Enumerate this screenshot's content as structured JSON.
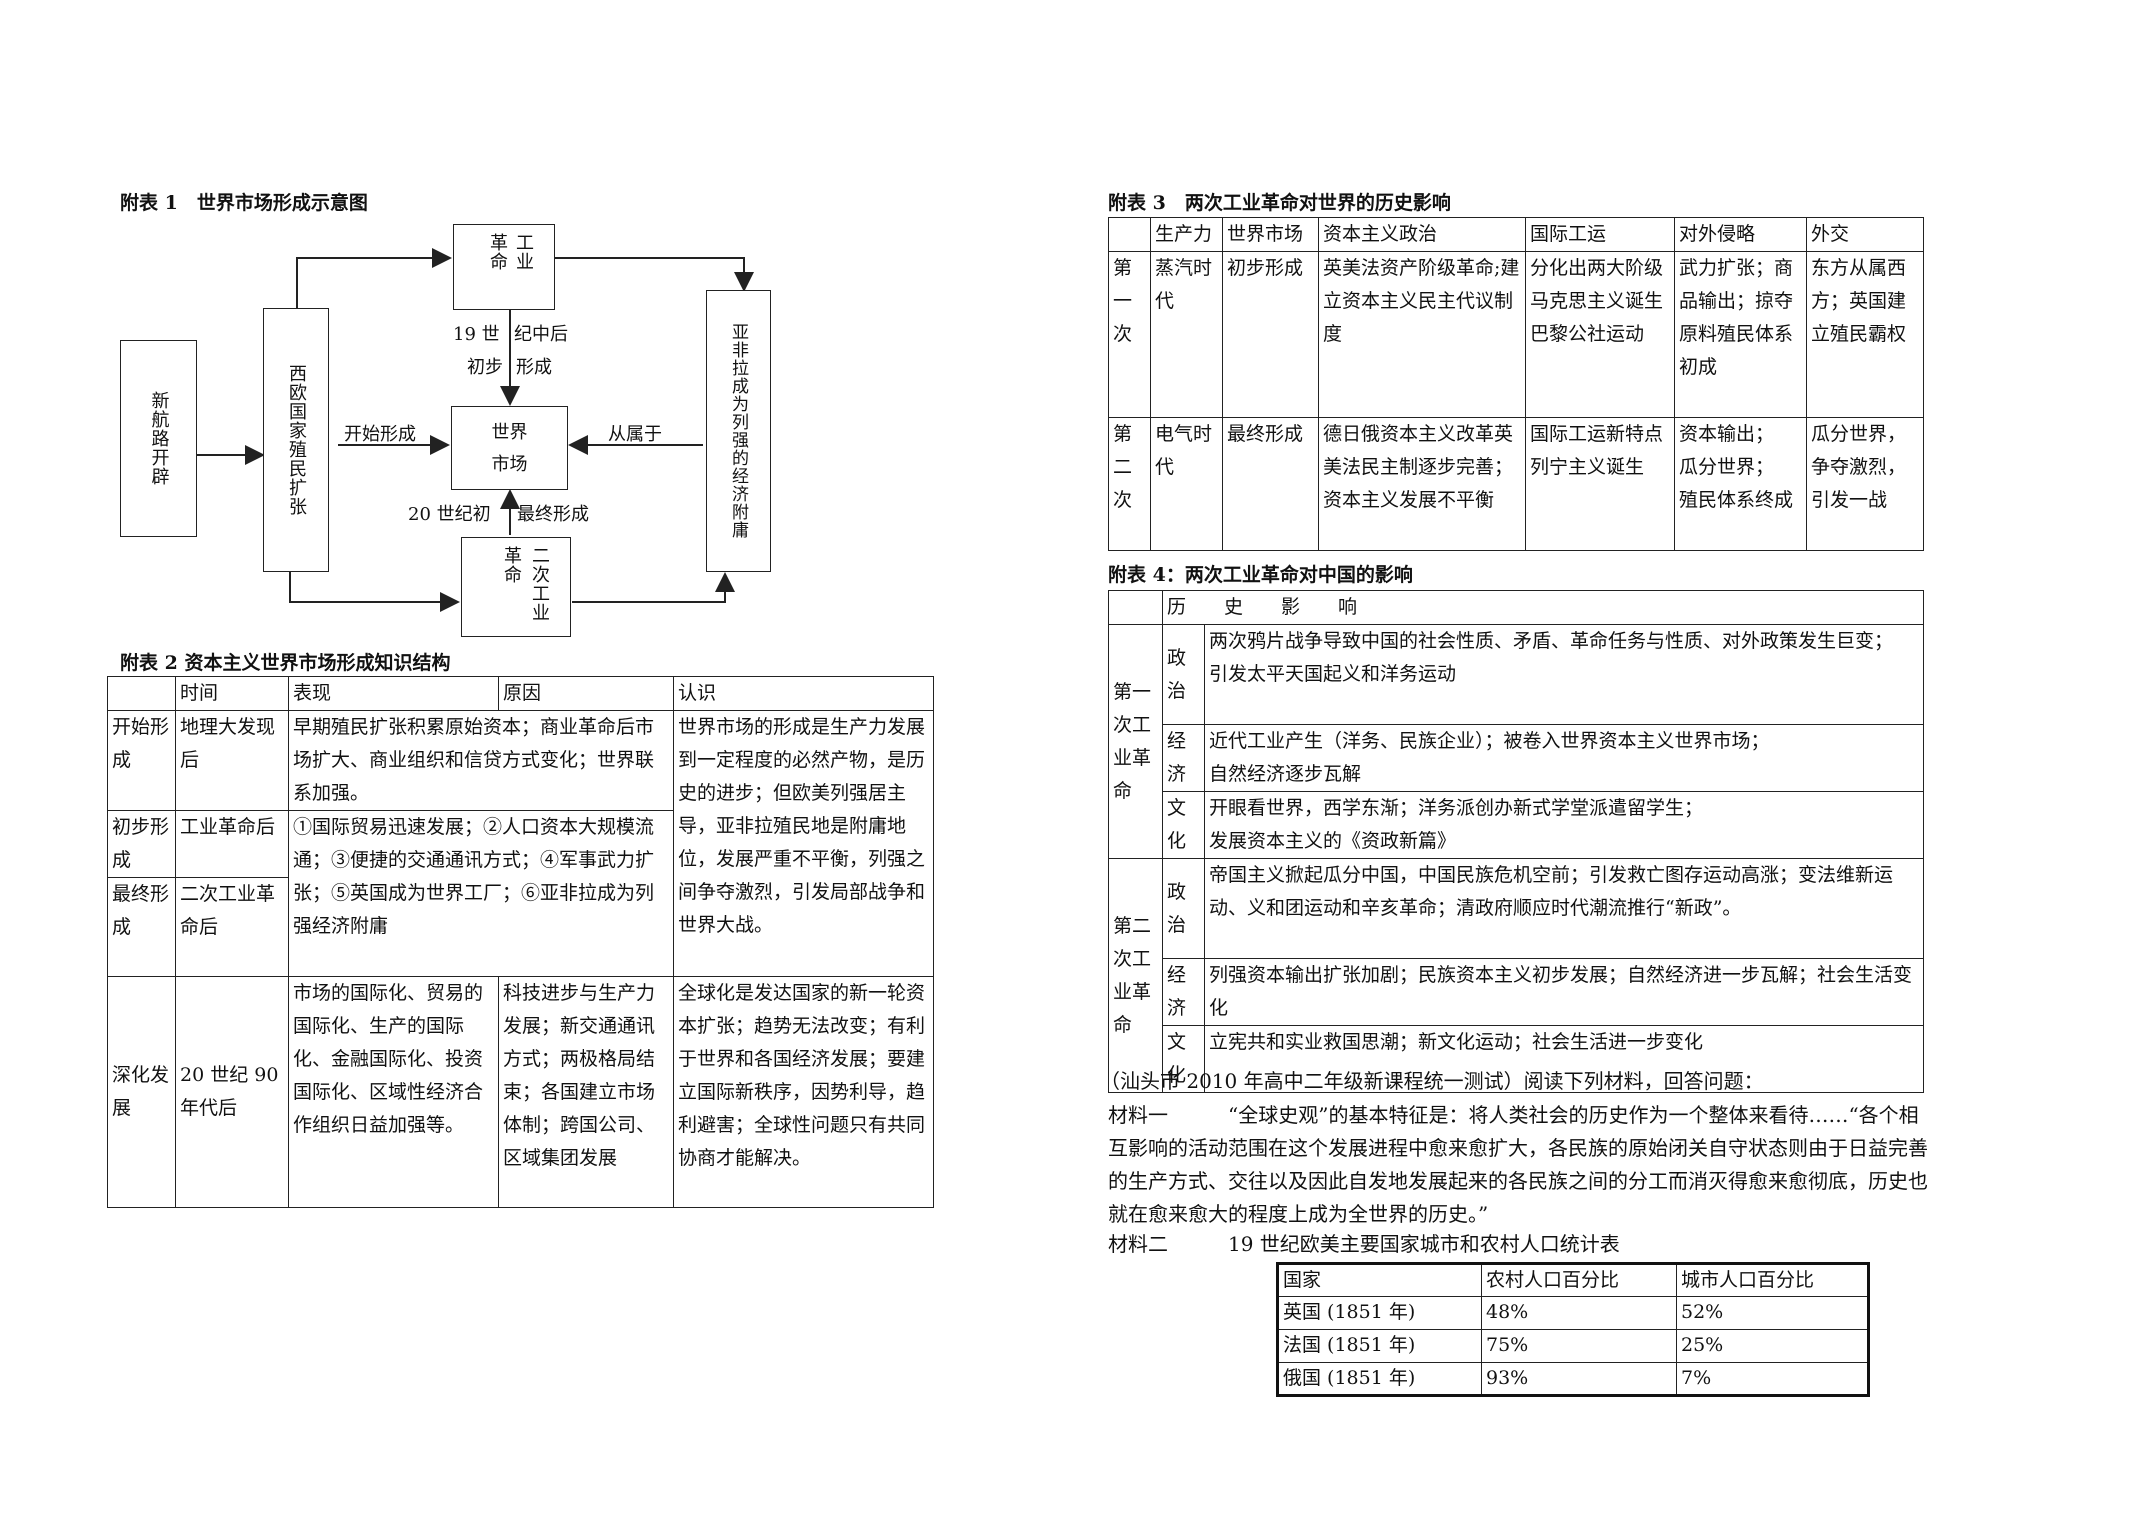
{
  "left": {
    "fig1_caption": "附表 1　世界市场形成示意图",
    "diagram": {
      "new_routes": "新航路开辟",
      "western_expansion": "西欧国家殖民扩张",
      "industrial_rev_1a": "工业",
      "industrial_rev_1b": "革命",
      "world_market_a": "世界",
      "world_market_b": "市场",
      "industrial_rev_2a": "二次工业",
      "industrial_rev_2b": "革命",
      "afro_asia_latam": "亚非拉成为列强的经济附庸",
      "lbl_start_forming": "开始形成",
      "lbl_subordinate": "从属于",
      "lbl_19c_a": "19 世",
      "lbl_19c_b": "纪中后",
      "lbl_initial_a": "初步",
      "lbl_initial_b": "形成",
      "lbl_20c": "20 世纪初",
      "lbl_final": "最终形成"
    },
    "table2_caption": "附表 2 资本主义世界市场形成知识结构",
    "table2": {
      "headers": [
        "",
        "时间",
        "表现",
        "原因",
        "认识"
      ],
      "r1_stage": "开始形成",
      "r1_time": "地理大发现后",
      "r1_manifest": "早期殖民扩张积累原始资本；商业革命后市场扩大、商业组织和信贷方式变化；世界联系加强。",
      "r123_understanding": "世界市场的形成是生产力发展到一定程度的必然产物，是历史的进步；但欧美列强居主导，亚非拉殖民地是附庸地位，发展严重不平衡，列强之间争夺激烈，引发局部战争和世界大战。",
      "r2_stage": "初步形成",
      "r2_time": "工业革命后",
      "r23_reasons": "①国际贸易迅速发展；②人口资本大规模流通；③便捷的交通通讯方式；④军事武力扩张；⑤英国成为世界工厂；⑥亚非拉成为列强经济附庸",
      "r3_stage": "最终形成",
      "r3_time": "二次工业革命后",
      "r4_stage": "深化发展",
      "r4_time": "20 世纪 90 年代后",
      "r4_manifest": "市场的国际化、贸易的国际化、生产的国际化、金融国际化、投资国际化、区域性经济合作组织日益加强等。",
      "r4_reason": "科技进步与生产力发展；新交通通讯方式；两极格局结束；各国建立市场体制；跨国公司、区域集团发展",
      "r4_understanding": "全球化是发达国家的新一轮资本扩张；趋势无法改变；有利于世界和各国经济发展；要建立国际新秩序，因势利导，趋利避害；全球性问题只有共同协商才能解决。"
    }
  },
  "right": {
    "table3_caption": "附表 3　两次工业革命对世界的历史影响",
    "table3": {
      "headers": [
        "",
        "生产力",
        "世界市场",
        "资本主义政治",
        "国际工运",
        "对外侵略",
        "外交"
      ],
      "r1": {
        "label": "第一次",
        "productivity": "蒸汽时代",
        "market": "初步形成",
        "politics": "英美法资产阶级革命;建立资本主义民主代议制度",
        "labor": "分化出两大阶级\n马克思主义诞生\n巴黎公社运动",
        "aggression": "武力扩张；商品输出；掠夺原料殖民体系初成",
        "diplomacy": "东方从属西方；英国建立殖民霸权"
      },
      "r2": {
        "label": "第二次",
        "productivity": "电气时代",
        "market": "最终形成",
        "politics": "德日俄资本主义改革英美法民主制逐步完善；资本主义发展不平衡",
        "labor": "国际工运新特点\n列宁主义诞生",
        "aggression": "资本输出；\n瓜分世界；\n殖民体系终成",
        "diplomacy": "瓜分世界，争夺激烈，引发一战"
      }
    },
    "table4_caption": "附表 4：两次工业革命对中国的影响",
    "table4": {
      "header": "历　　史　　影　　响",
      "g1_label": "第一次工业革命",
      "g1_rows": [
        {
          "aspect": "政治",
          "text": "两次鸦片战争导致中国的社会性质、矛盾、革命任务与性质、对外政策发生巨变；\n引发太平天国起义和洋务运动"
        },
        {
          "aspect": "经济",
          "text": "近代工业产生（洋务、民族企业）；被卷入世界资本主义世界市场；\n自然经济逐步瓦解"
        },
        {
          "aspect": "文化",
          "text": "开眼看世界，西学东渐；洋务派创办新式学堂派遣留学生；\n发展资本主义的《资政新篇》"
        }
      ],
      "g2_label": "第二次工业革命",
      "g2_rows": [
        {
          "aspect": "政治",
          "text": "帝国主义掀起瓜分中国，中国民族危机空前；引发救亡图存运动高涨；变法维新运动、义和团运动和辛亥革命；清政府顺应时代潮流推行“新政”。"
        },
        {
          "aspect": "经济",
          "text": "列强资本输出扩张加剧；民族资本主义初步发展；自然经济进一步瓦解；社会生活变化"
        },
        {
          "aspect": "文化",
          "text": "立宪共和实业救国思潮；新文化运动；社会生活进一步变化"
        }
      ]
    },
    "question_intro": "（汕头市 2010 年高中二年级新课程统一测试）阅读下列材料，回答问题：",
    "material1_label": "材料一",
    "material1_text": "“全球史观”的基本特征是：将人类社会的历史作为一个整体来看待……“各个相互影响的活动范围在这个发展进程中愈来愈扩大，各民族的原始闭关自守状态则由于日益完善的生产方式、交往以及因此自发地发展起来的各民族之间的分工而消灭得愈来愈彻底，历史也就在愈来愈大的程度上成为全世界的历史。”",
    "material2_label": "材料二",
    "material2_title": "19 世纪欧美主要国家城市和农村人口统计表",
    "pop_table": {
      "headers": [
        "国家",
        "农村人口百分比",
        "城市人口百分比"
      ],
      "rows": [
        [
          "英国 (1851 年)",
          "48%",
          "52%"
        ],
        [
          "法国 (1851 年)",
          "75%",
          "25%"
        ],
        [
          "俄国 (1851 年)",
          "93%",
          "7%"
        ]
      ]
    }
  },
  "chart_data": {
    "type": "table",
    "title": "19 世纪欧美主要国家城市和农村人口统计表",
    "categories": [
      "英国 (1851 年)",
      "法国 (1851 年)",
      "俄国 (1851 年)"
    ],
    "series": [
      {
        "name": "农村人口百分比",
        "values": [
          48,
          75,
          93
        ]
      },
      {
        "name": "城市人口百分比",
        "values": [
          52,
          25,
          7
        ]
      }
    ]
  }
}
